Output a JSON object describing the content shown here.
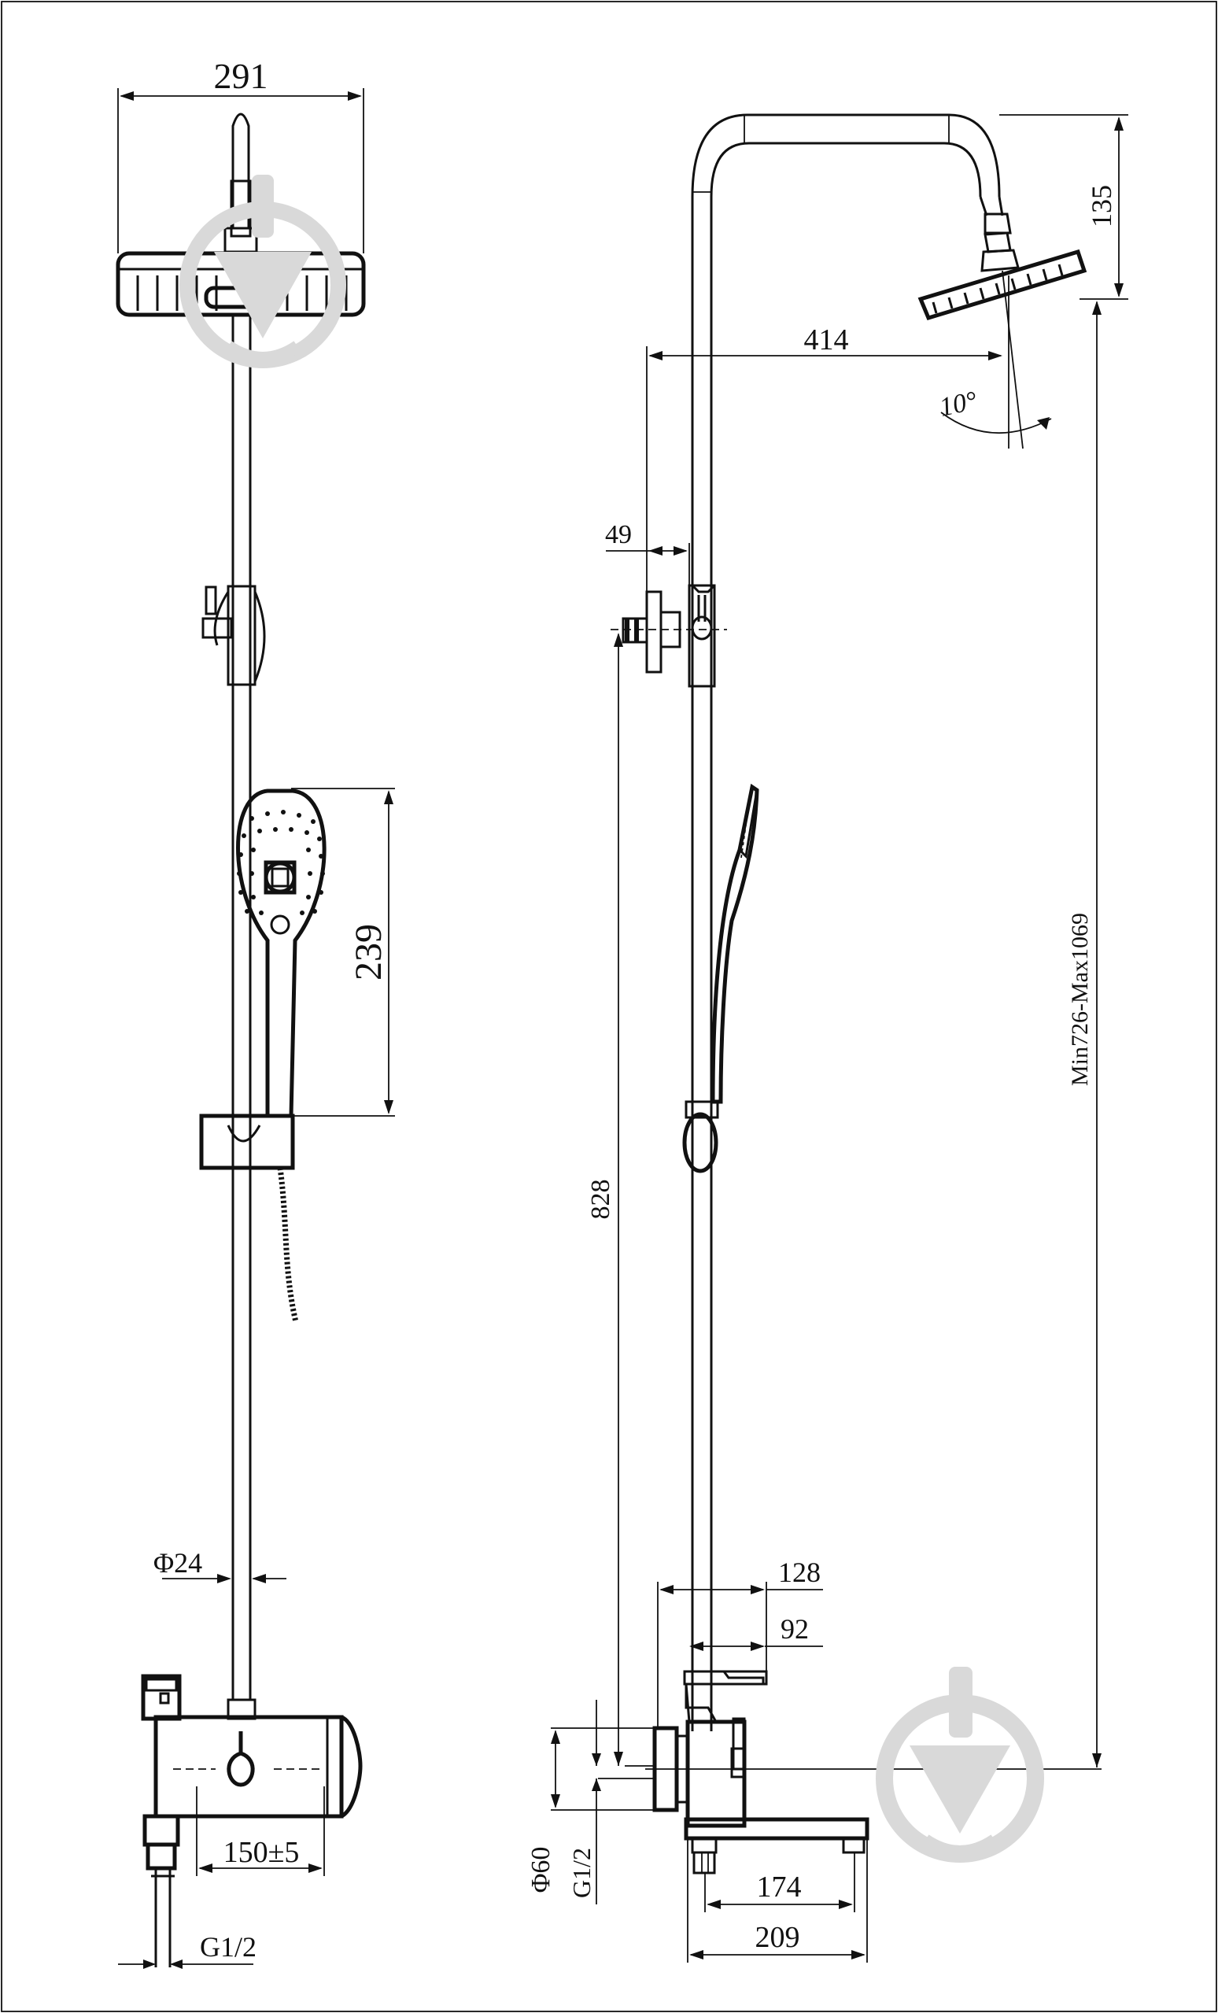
{
  "dimensions": {
    "head_width": "291",
    "head_height": "135",
    "arm_length": "414",
    "tilt_angle": "10°",
    "wall_offset": "49",
    "hand_shower_length": "239",
    "total_height": "Min726-Max1069",
    "bracket_height": "828",
    "pipe_diameter": "Φ24",
    "outlet_128": "128",
    "outlet_92": "92",
    "center_distance": "150±5",
    "thread_front": "G1/2",
    "flange_diameter": "Φ60",
    "thread_side": "G1/2",
    "spout_174": "174",
    "spout_209": "209"
  },
  "colors": {
    "line": "#111111",
    "watermark": "#d9d9d9"
  },
  "icons": {
    "watermark": "download-arrow-circle-icon"
  }
}
